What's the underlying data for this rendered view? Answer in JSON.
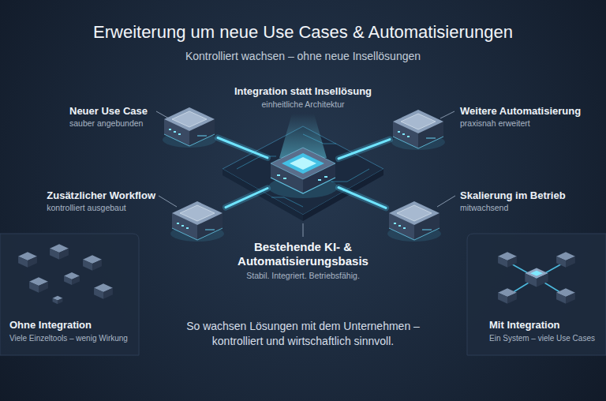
{
  "diagram": {
    "title": "Erweiterung um neue Use Cases & Automatisierungen",
    "caption": "So wachsen Lösungen mit dem Unternehmen – kontrolliert und wirtschaftlich sinnvoll.",
    "nodes": [
      {
        "text": [
          "Neuer Use Case",
          "sauber angebunden"
        ]
      },
      {
        "text": [
          "Integration statt Insellösung",
          "einheitliche Architektur",
          "Bestehende KI- & Automatisierungsbasis",
          "Stabil. Integriert. Betriebsfähig."
        ]
      },
      {
        "text": [
          "Weitere Automatisierung",
          "praxisnah erweitert"
        ]
      },
      {
        "text": [
          "Zusätzlicher Workflow",
          "kontrolliert ausgebaut"
        ]
      },
      {
        "text": [
          "Skalierung im Betrieb",
          "mitwachsend"
        ]
      },
      {
        "text": [
          "Ohne Integration",
          "Viele Einzeltools – wenig Wirkung"
        ]
      },
      {
        "text": [
          "Mit Integration",
          "Ein System – viele Use Cases"
        ]
      }
    ],
    "edges": [
      {
        "from": 1,
        "to": 0,
        "arrow": "none"
      },
      {
        "from": 1,
        "to": 2,
        "arrow": "none"
      },
      {
        "from": 1,
        "to": 3,
        "arrow": "none"
      },
      {
        "from": 1,
        "to": 4,
        "arrow": "none"
      }
    ],
    "labels": [
      "Kontrolliert wachsen – ohne neue Insellösungen"
    ]
  }
}
